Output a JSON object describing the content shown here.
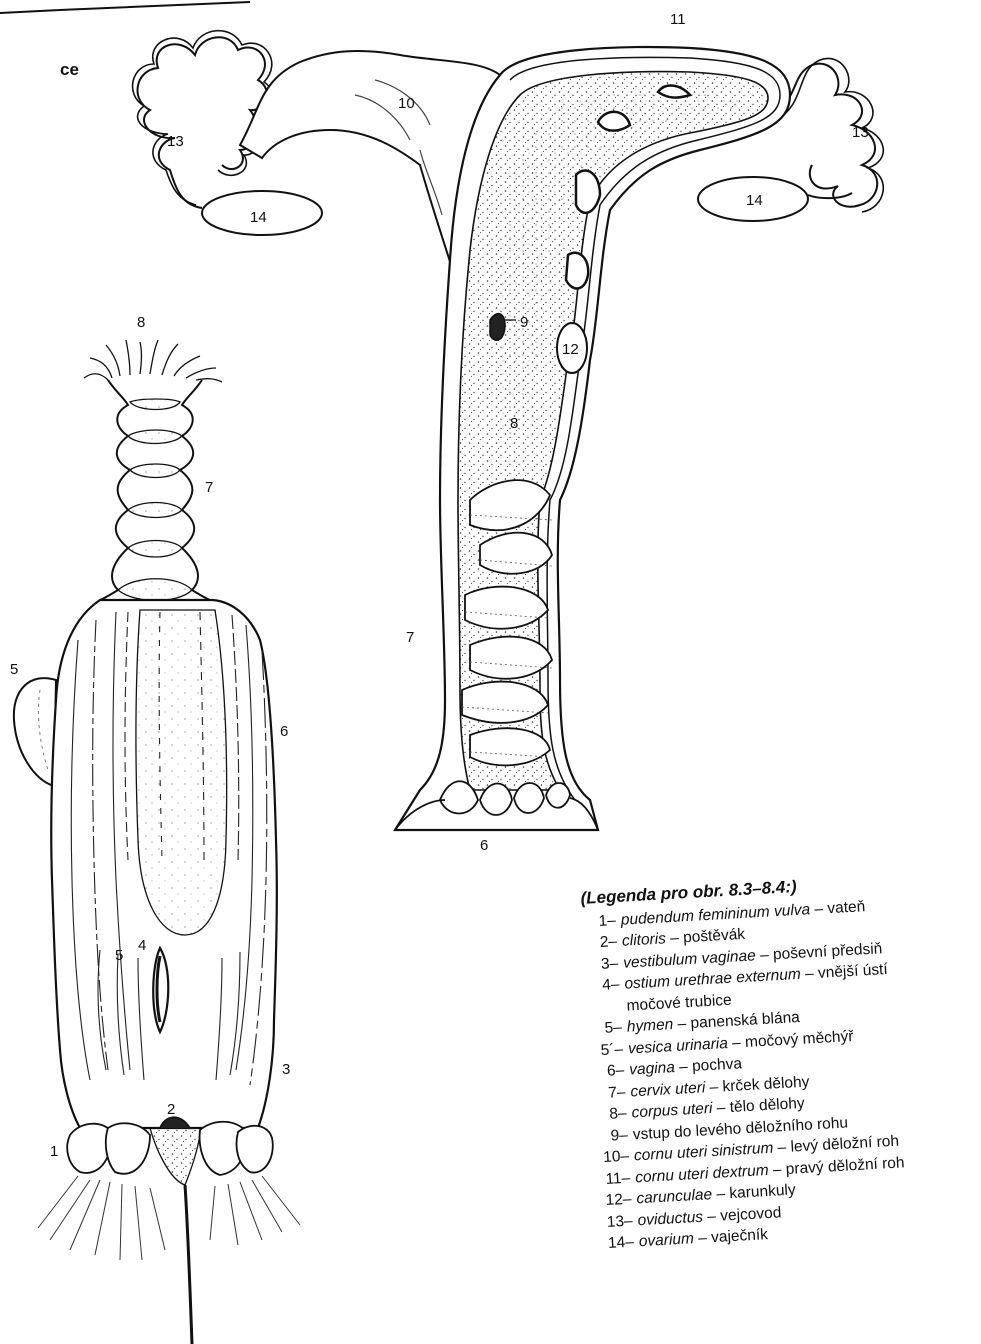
{
  "figure": {
    "corner_label": "ce",
    "uterus_labels": {
      "n11": "11",
      "n10": "10",
      "n13_left": "13",
      "n13_right": "13",
      "n14_left": "14",
      "n14_right": "14",
      "n9": "9",
      "n12": "12",
      "n8": "8",
      "n7": "7",
      "n6": "6"
    },
    "vulva_labels": {
      "n8": "8",
      "n7": "7",
      "n5_top": "5",
      "n6": "6",
      "n5_inner": "5",
      "n4": "4",
      "n3": "3",
      "n2": "2",
      "n1": "1"
    }
  },
  "legend": {
    "title": "(Legenda pro obr. 8.3–8.4:)",
    "items": [
      {
        "num": "1–",
        "latin": "pudendum femininum vulva",
        "czech": "– vateň"
      },
      {
        "num": "2–",
        "latin": "clitoris",
        "czech": "– poštěvák"
      },
      {
        "num": "3–",
        "latin": "vestibulum vaginae",
        "czech": "– poševní předsiň"
      },
      {
        "num": "4–",
        "latin": "ostium urethrae externum",
        "czech": "– vnější ústí"
      },
      {
        "num": "",
        "latin": "",
        "czech": "močové trubice"
      },
      {
        "num": "5–",
        "latin": "hymen",
        "czech": "– panenská blána"
      },
      {
        "num": "5´–",
        "latin": "vesica urinaria",
        "czech": "– močový měchýř"
      },
      {
        "num": "6–",
        "latin": "vagina",
        "czech": "– pochva"
      },
      {
        "num": "7–",
        "latin": "cervix uteri",
        "czech": "– krček dělohy"
      },
      {
        "num": "8–",
        "latin": "corpus uteri",
        "czech": "– tělo dělohy"
      },
      {
        "num": "9–",
        "latin": "",
        "czech": "vstup do levého děložního rohu"
      },
      {
        "num": "10–",
        "latin": "cornu uteri sinistrum",
        "czech": "– levý děložní roh"
      },
      {
        "num": "11–",
        "latin": "cornu uteri dextrum",
        "czech": "– pravý děložní roh"
      },
      {
        "num": "12–",
        "latin": "carunculae",
        "czech": "– karunkuly"
      },
      {
        "num": "13–",
        "latin": "oviductus",
        "czech": "– vejcovod"
      },
      {
        "num": "14–",
        "latin": "ovarium",
        "czech": "– vaječník"
      }
    ]
  }
}
